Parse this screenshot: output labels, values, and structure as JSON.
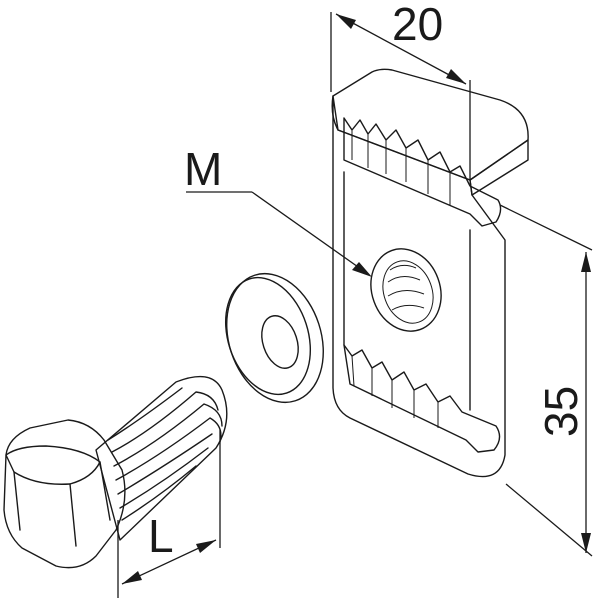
{
  "labels": {
    "width": "20",
    "thread": "M",
    "height": "35",
    "length": "L"
  }
}
